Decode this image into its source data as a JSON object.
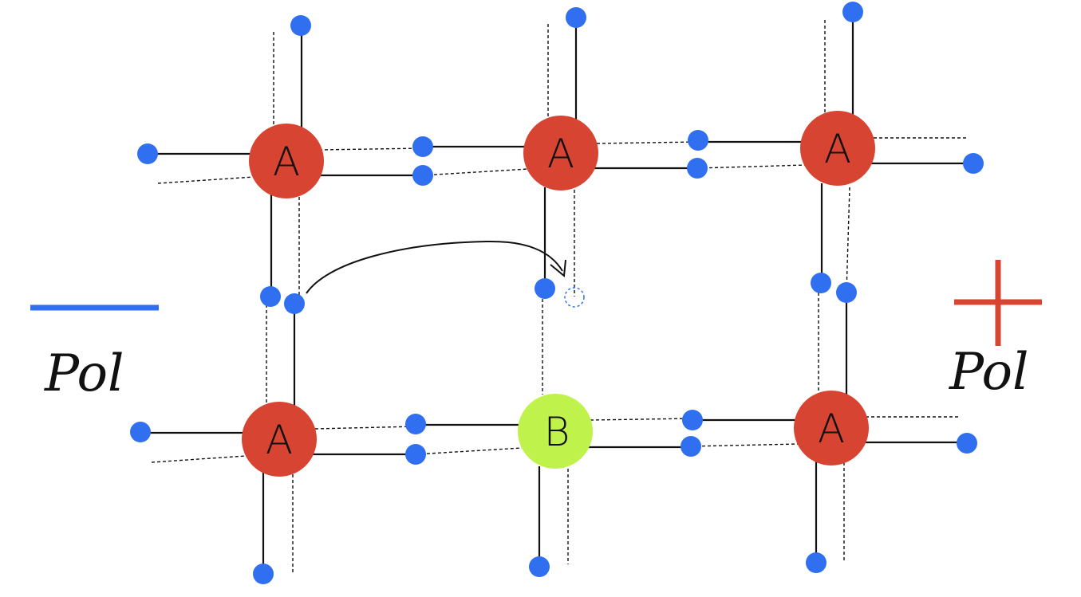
{
  "diagram": {
    "colors": {
      "atom_a": "#d84432",
      "atom_b": "#bff24b",
      "electron": "#2f6ff0",
      "bond": "#111111",
      "negative_pole": "#2f6ff0",
      "positive_pole": "#d84432"
    },
    "nodes": [
      {
        "id": "a1",
        "label": "A"
      },
      {
        "id": "a2",
        "label": "A"
      },
      {
        "id": "a3",
        "label": "A"
      },
      {
        "id": "a4",
        "label": "A"
      },
      {
        "id": "b1",
        "label": "B"
      },
      {
        "id": "a5",
        "label": "A"
      }
    ],
    "left_pole": {
      "symbol": "minus",
      "label": "Pol"
    },
    "right_pole": {
      "symbol": "plus",
      "label": "Pol"
    },
    "annotation": "arrow shows an electron jumping from a bond into the empty hole next to atom B"
  }
}
